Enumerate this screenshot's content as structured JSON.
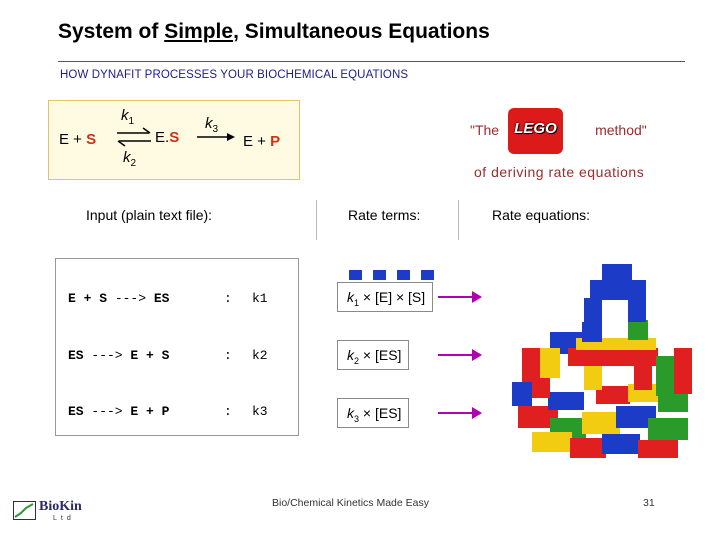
{
  "slide": {
    "title_pre": "System of ",
    "title_underlined": "Simple",
    "title_post": ", Simultaneous Equations",
    "subtitle": "HOW DYNAFIT PROCESSES YOUR BIOCHEMICAL EQUATIONS"
  },
  "reaction_scheme": {
    "reactant_e": "E + ",
    "reactant_s": "S",
    "complex_e": "E.",
    "complex_s": "S",
    "product_e": "E + ",
    "product_p": "P",
    "k1_letter": "k",
    "k1_sub": "1",
    "k2_letter": "k",
    "k2_sub": "2",
    "k3_letter": "k",
    "k3_sub": "3"
  },
  "lego_note": {
    "quote_open": "\"The",
    "logo_text": "LEGO",
    "quote_close": "method\"",
    "subline": "of deriving rate equations"
  },
  "columns": {
    "input": "Input (plain text file):",
    "rate_terms": "Rate terms:",
    "rate_equations": "Rate equations:"
  },
  "input_lines": [
    {
      "pre": "E + S ",
      "arrow": "--->",
      "post": " ES",
      "colon": ":",
      "const": "k1"
    },
    {
      "pre": "ES ",
      "arrow": "--->",
      "post": " E + S",
      "colon": ":",
      "const": "k2"
    },
    {
      "pre": "ES ",
      "arrow": "--->",
      "post": " E + P",
      "colon": ":",
      "const": "k3"
    }
  ],
  "rate_terms": [
    {
      "k": "k",
      "sub": "1",
      "rest": " × [E] × [S]"
    },
    {
      "k": "k",
      "sub": "2",
      "rest": " × [ES]"
    },
    {
      "k": "k",
      "sub": "3",
      "rest": " × [ES]"
    }
  ],
  "footer": {
    "center": "Bio/Chemical Kinetics Made Easy",
    "page": "31",
    "logo_name": "BioKin",
    "logo_ltd": "Ltd"
  },
  "colors": {
    "arrow": "#b000b0",
    "lego_blue": "#1c3cc8",
    "species_red": "#d22e16"
  }
}
